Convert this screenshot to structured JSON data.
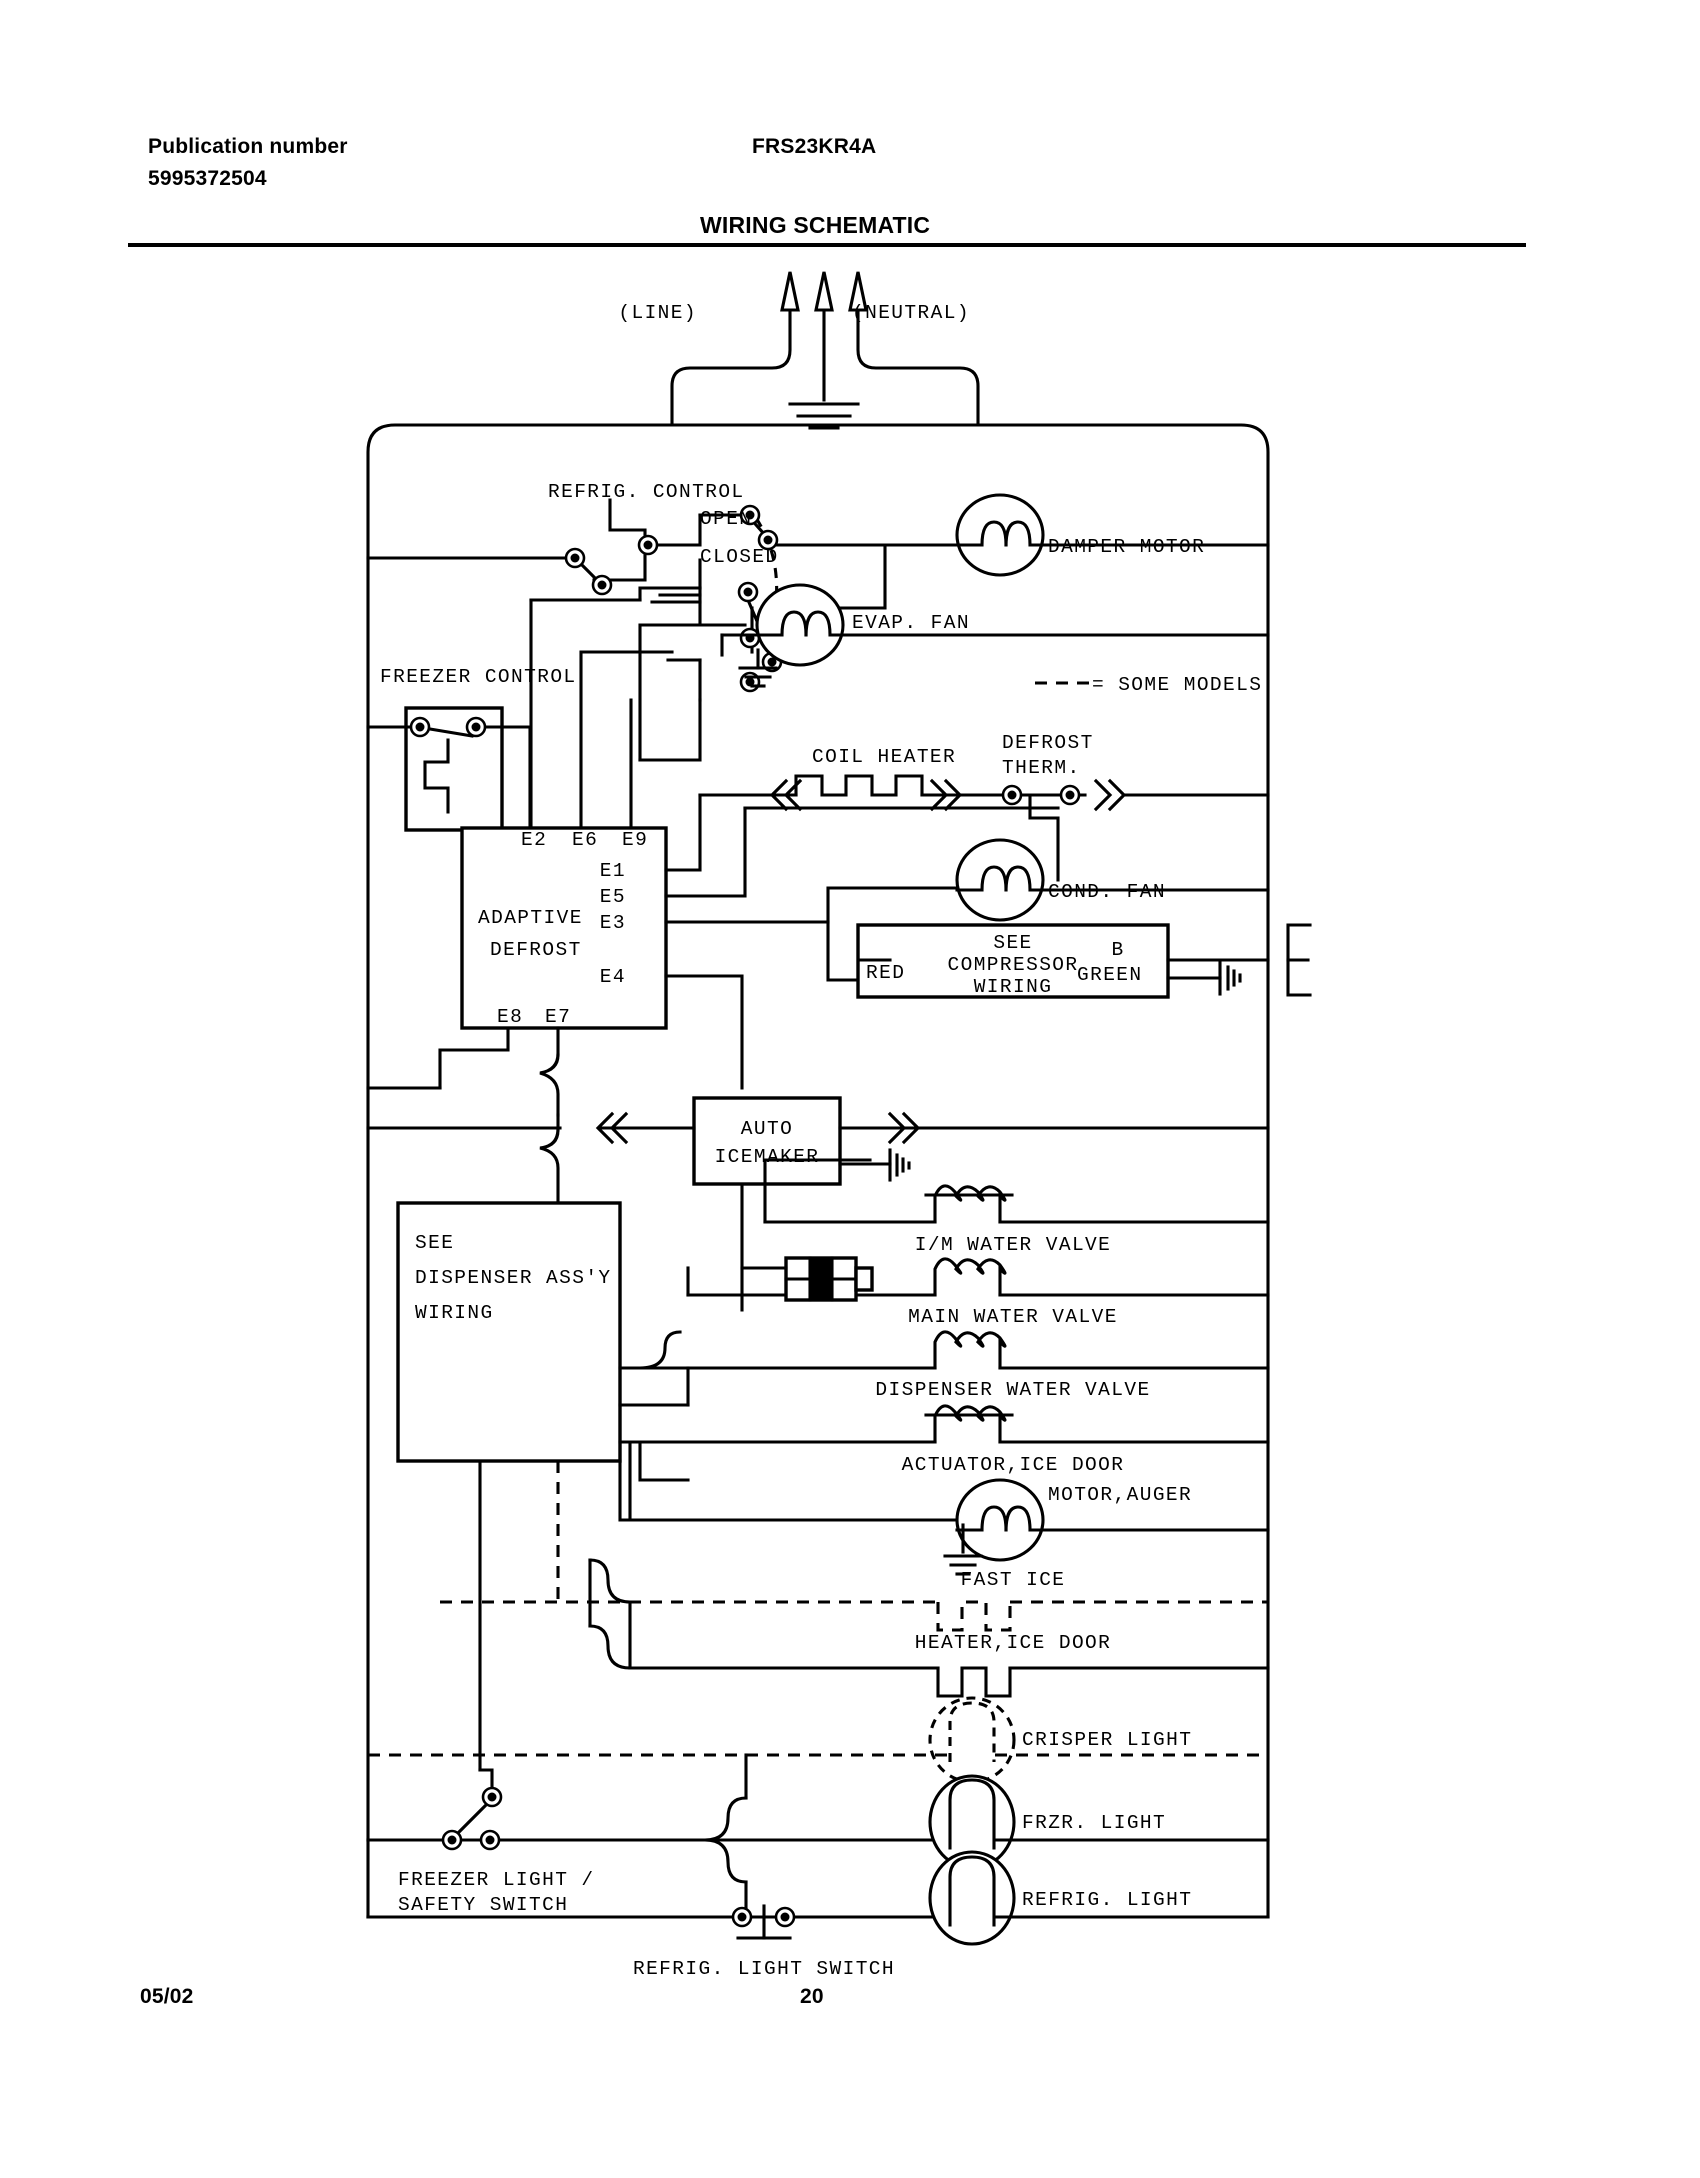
{
  "header": {
    "publication_label": "Publication number",
    "publication_number": "5995372504",
    "model": "FRS23KR4A",
    "sheet_title": "WIRING SCHEMATIC"
  },
  "footer": {
    "date": "05/02",
    "page": "20"
  },
  "supply": {
    "line_label": "(LINE)",
    "neutral_label": "(NEUTRAL)"
  },
  "legend": {
    "some_models": "= SOME MODELS"
  },
  "controls": {
    "refrig_control": "REFRIG. CONTROL",
    "refrig_open": "OPEN",
    "refrig_closed": "CLOSED",
    "freezer_control": "FREEZER CONTROL"
  },
  "adaptive_defrost": {
    "title_line1": "ADAPTIVE",
    "title_line2": "DEFROST",
    "terminals_top": [
      "E2",
      "E6",
      "E9"
    ],
    "terminals_right": [
      "E1",
      "E5",
      "E3",
      "E4"
    ],
    "terminals_bottom": [
      "E8",
      "E7"
    ]
  },
  "compressor_box": {
    "line1": "SEE",
    "line2": "COMPRESSOR",
    "line3": "WIRING",
    "red": "RED",
    "b": "B",
    "green": "GREEN"
  },
  "dispenser_box": {
    "line1": "SEE",
    "line2": "DISPENSER ASS'Y",
    "line3": "WIRING"
  },
  "icemaker_box": {
    "line1": "AUTO",
    "line2": "ICEMAKER"
  },
  "components": {
    "damper_motor": "DAMPER MOTOR",
    "evap_fan": "EVAP. FAN",
    "coil_heater": "COIL HEATER",
    "defrost_therm_l1": "DEFROST",
    "defrost_therm_l2": "THERM.",
    "cond_fan": "COND. FAN",
    "im_water_valve": "I/M WATER VALVE",
    "main_water_valve": "MAIN WATER VALVE",
    "dispenser_water_valve": "DISPENSER WATER VALVE",
    "actuator_ice_door": "ACTUATOR,ICE DOOR",
    "motor_auger": "MOTOR,AUGER",
    "fast_ice": "FAST ICE",
    "heater_ice_door": "HEATER,ICE DOOR",
    "crisper_light": "CRISPER LIGHT",
    "frzr_light": "FRZR. LIGHT",
    "refrig_light": "REFRIG. LIGHT",
    "freezer_light_switch_l1": "FREEZER LIGHT /",
    "freezer_light_switch_l2": "SAFETY SWITCH",
    "refrig_light_switch": "REFRIG. LIGHT SWITCH"
  }
}
